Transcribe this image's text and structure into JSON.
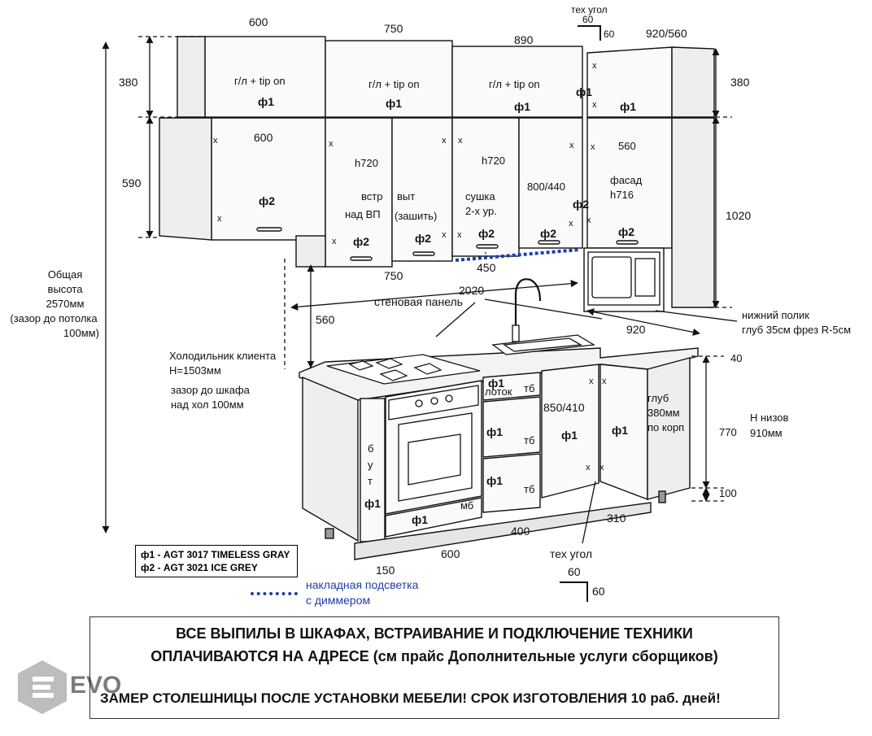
{
  "dims": {
    "top_600": "600",
    "top_750": "750",
    "top_890": "890",
    "corner_top_title": "тех угол",
    "corner_top_a": "60",
    "corner_top_b": "60",
    "top_920_560": "920/560",
    "h380_left": "380",
    "h590": "590",
    "h380_right": "380",
    "h1020": "1020",
    "w600_mid": "600",
    "w750_lower": "750",
    "w450": "450",
    "w2020": "2020",
    "h560": "560",
    "w920": "920",
    "h40": "40",
    "h770": "770",
    "h100": "100",
    "w310": "310",
    "w400": "400",
    "w600_bottom": "600",
    "w150": "150",
    "corner_bot_title": "тех угол",
    "corner_bot_a": "60",
    "corner_bot_b": "60"
  },
  "upper_row": {
    "label_a": "г/л + tip on",
    "label_b": "г/л + tip on",
    "label_c": "г/л + tip on",
    "f1_a": "ф1",
    "f1_b": "ф1",
    "f1_c": "ф1",
    "f1_d": "ф1",
    "f1_e": "ф1"
  },
  "wall_cabinets": {
    "w600": "600",
    "f2_left": "ф2",
    "h720_a": "h720",
    "vstr": "встр",
    "nad_vp": "над ВП",
    "vyt": "выт",
    "zashit": "(зашить)",
    "f2_b": "ф2",
    "f2_c": "ф2",
    "h720_b": "h720",
    "sushka": "сушка",
    "sushka2": "2-х ур.",
    "f2_d": "ф2",
    "w800_440": "800/440",
    "f2_e": "ф2",
    "f2_f": "ф2",
    "w560": "560",
    "fasad": "фасад",
    "h716": "h716",
    "f2_g": "ф2"
  },
  "labels": {
    "total_height": [
      "Общая",
      "высота",
      "2570мм",
      "(зазор до потолка",
      "100мм)"
    ],
    "fridge": [
      "Холодильник клиента",
      "H=1503мм"
    ],
    "fridge_gap": [
      "зазор до шкафа",
      "над хол 100мм"
    ],
    "wall_panel": "стеновая панель",
    "bottom_shelf": [
      "нижний полик",
      "глуб 35см фрез R-5см"
    ],
    "h_low": [
      "Н низов",
      "910мм"
    ],
    "depth": [
      "глуб",
      "380мм",
      "по корп"
    ]
  },
  "base_cabinets": {
    "but": [
      "б",
      "у",
      "т"
    ],
    "f1_but": "ф1",
    "f1_mb": "ф1",
    "mb": "мб",
    "f1_lotok": "ф1",
    "lotok": "лоток",
    "tb_a": "тб",
    "tb_b": "тб",
    "tb_c": "тб",
    "f1_dr2": "ф1",
    "f1_dr3": "ф1",
    "w850_410": "850/410",
    "f1_sink": "ф1",
    "f1_corner": "ф1"
  },
  "legend": {
    "line1": "ф1 - AGT 3017 TIMELESS GRAY",
    "line2": "ф2 - AGT 3021 ICE GREY"
  },
  "lighting": {
    "line1": "накладная подсветка",
    "line2": "с диммером"
  },
  "notes": {
    "line1": "ВСЕ ВЫПИЛЫ В ШКАФАХ, ВСТРАИВАНИЕ И ПОДКЛЮЧЕНИЕ ТЕХНИКИ",
    "line2": "ОПЛАЧИВАЮТСЯ НА АДРЕСЕ (см прайс Дополнительные услуги сборщиков)",
    "line3": "ЗАМЕР СТОЛЕШНИЦЫ ПОСЛЕ УСТАНОВКИ МЕБЕЛИ! СРОК ИЗГОТОВЛЕНИЯ 10 раб. дней!"
  },
  "logo_text": "EVO",
  "colors": {
    "lighting": "#1f3ea8",
    "line": "#111111",
    "panel": "#f3f3f3"
  }
}
